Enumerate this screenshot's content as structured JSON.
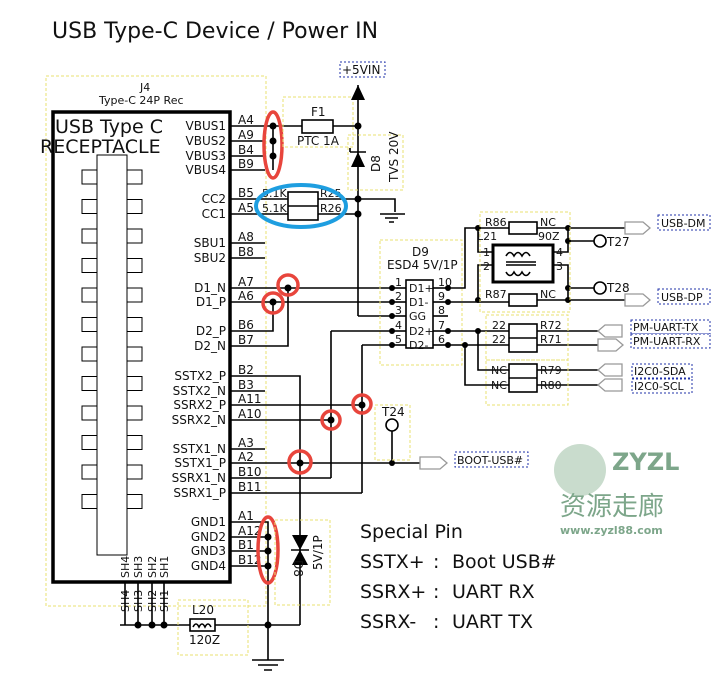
{
  "title": "USB Type-C Device / Power IN",
  "colors": {
    "highlight_red": "#e8453c",
    "highlight_blue": "#1e9ee0",
    "netlabel": "#2233aa",
    "boundary": "#e8e070"
  },
  "connector": {
    "ref": "J4",
    "value": "Type-C 24P Rec",
    "name_line1": "USB Type C",
    "name_line2": "RECEPTACLE",
    "pins": [
      {
        "name": "VBUS1",
        "num": "A4"
      },
      {
        "name": "VBUS2",
        "num": "A9"
      },
      {
        "name": "VBUS3",
        "num": "B4"
      },
      {
        "name": "VBUS4",
        "num": "B9"
      },
      {
        "name": "CC2",
        "num": "B5"
      },
      {
        "name": "CC1",
        "num": "A5"
      },
      {
        "name": "SBU1",
        "num": "A8"
      },
      {
        "name": "SBU2",
        "num": "B8"
      },
      {
        "name": "D1_N",
        "num": "A7"
      },
      {
        "name": "D1_P",
        "num": "A6"
      },
      {
        "name": "D2_P",
        "num": "B6"
      },
      {
        "name": "D2_N",
        "num": "B7"
      },
      {
        "name": "SSTX2_P",
        "num": "B2"
      },
      {
        "name": "SSTX2_N",
        "num": "B3"
      },
      {
        "name": "SSRX2_P",
        "num": "A11"
      },
      {
        "name": "SSRX2_N",
        "num": "A10"
      },
      {
        "name": "SSTX1_N",
        "num": "A3"
      },
      {
        "name": "SSTX1_P",
        "num": "A2"
      },
      {
        "name": "SSRX1_N",
        "num": "B10"
      },
      {
        "name": "SSRX1_P",
        "num": "B11"
      },
      {
        "name": "GND1",
        "num": "A1"
      },
      {
        "name": "GND2",
        "num": "A12"
      },
      {
        "name": "GND3",
        "num": "B1"
      },
      {
        "name": "GND4",
        "num": "B12"
      }
    ],
    "shield_pins": [
      "SH4",
      "SH3",
      "SH2",
      "SH1"
    ]
  },
  "power": {
    "net": "+5VIN",
    "fuse_ref": "F1",
    "fuse_value": "PTC 1A",
    "tvs_ref": "D8",
    "tvs_value": "TVS 20V"
  },
  "cc_resistors": [
    {
      "ref": "R25",
      "value": "5.1K"
    },
    {
      "ref": "R26",
      "value": "5.1K"
    }
  ],
  "esd": {
    "ref": "D9",
    "value": "ESD4 5V/1P",
    "pins_left": [
      "1",
      "2",
      "3",
      "4",
      "5"
    ],
    "pins_right": [
      "10",
      "9",
      "8",
      "7",
      "6"
    ],
    "pin_names": [
      "D1+",
      "D1-",
      "GG",
      "D2+",
      "D2-"
    ]
  },
  "choke": {
    "ref": "L21",
    "value": "90Z",
    "pins": [
      "1",
      "2",
      "3",
      "4"
    ]
  },
  "usb_resistors": [
    {
      "ref": "R86",
      "value": "NC"
    },
    {
      "ref": "R87",
      "value": "NC"
    }
  ],
  "uart_resistors": [
    {
      "ref": "R72",
      "value": "22"
    },
    {
      "ref": "R71",
      "value": "22"
    }
  ],
  "i2c_resistors": [
    {
      "ref": "R79",
      "value": "NC"
    },
    {
      "ref": "R80",
      "value": "NC"
    }
  ],
  "testpoints": [
    "T27",
    "T28",
    "T24"
  ],
  "nets": {
    "usb_dm": "USB-DM",
    "usb_dp": "USB-DP",
    "uart_tx": "PM-UART-TX",
    "uart_rx": "PM-UART-RX",
    "i2c_sda": "I2C0-SDA",
    "i2c_scl": "I2C0-SCL",
    "boot": "BOOT-USB#"
  },
  "esd2": {
    "ref": "D8",
    "value": "5V/1P"
  },
  "shield_filter": {
    "ref": "L20",
    "value": "120Z"
  },
  "special_pin": {
    "title": "Special Pin",
    "rows": [
      {
        "pin": "SSTX+",
        "sep": ":",
        "function": "Boot USB#"
      },
      {
        "pin": "SSRX+",
        "sep": ":",
        "function": "UART RX"
      },
      {
        "pin": "SSRX-",
        "sep": ":",
        "function": "UART TX"
      }
    ]
  },
  "watermark": {
    "brand": "ZYZL",
    "cn": "资源走廊",
    "url": "www.zyzl88.com"
  }
}
